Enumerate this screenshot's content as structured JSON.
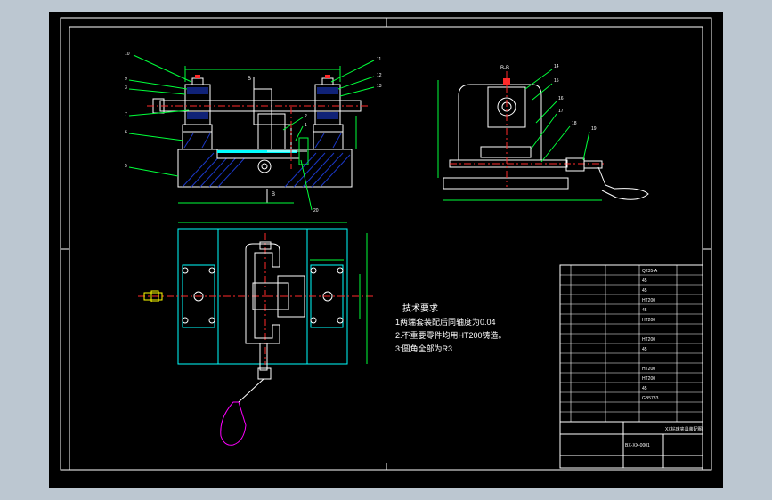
{
  "colors": {
    "frame_bg": "#bcc7d1",
    "canvas": "#000000",
    "line": "#ffffff",
    "cyan": "#00ffff",
    "green": "#00ff3a",
    "red": "#ff2a2a",
    "yellow": "#ffff00",
    "magenta": "#ff00ff",
    "hatch": "#1b38c7"
  },
  "section_label": "B-B",
  "section_mark": "B",
  "tech_requirements": {
    "title": "技术要求",
    "items": [
      "1两端套装配后同轴度为0.04",
      "2.不重要零件均用HT200铸造。",
      "3:圆角全部为R3"
    ]
  },
  "balloons_front": [
    "10",
    "9",
    "3",
    "7",
    "6",
    "5",
    "11",
    "12",
    "13",
    "2",
    "1",
    "20"
  ],
  "balloons_side": [
    "14",
    "15",
    "16",
    "17",
    "18",
    "19"
  ],
  "title_block": {
    "drawing_title": "XX钻床夹具装配图",
    "drawing_number": "BX-XX-0001",
    "rows": [
      {
        "name": "",
        "material": "Q235-A"
      },
      {
        "name": "",
        "material": "45"
      },
      {
        "name": "",
        "material": "45"
      },
      {
        "name": "",
        "material": "HT200"
      },
      {
        "name": "",
        "material": "45"
      },
      {
        "name": "",
        "material": "HT200"
      },
      {
        "name": "",
        "material": ""
      },
      {
        "name": "",
        "material": "HT200"
      },
      {
        "name": "",
        "material": "45"
      },
      {
        "name": "",
        "material": ""
      },
      {
        "name": "",
        "material": "HT200"
      },
      {
        "name": "",
        "material": "HT200"
      },
      {
        "name": "",
        "material": "45"
      },
      {
        "name": "",
        "material": "GB5783"
      },
      {
        "name": "",
        "material": ""
      },
      {
        "name": "",
        "material": ""
      }
    ]
  }
}
